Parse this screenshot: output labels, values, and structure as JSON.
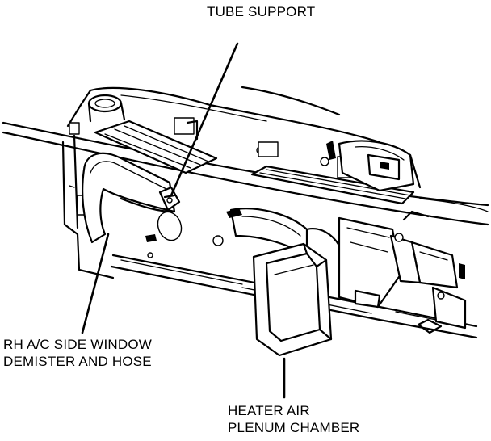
{
  "labels": {
    "tube_support": "TUBE SUPPORT",
    "demister_line1": "RH A/C SIDE WINDOW",
    "demister_line2": "DEMISTER AND HOSE",
    "plenum_line1": "HEATER AIR",
    "plenum_line2": "PLENUM CHAMBER"
  },
  "colors": {
    "ink": "#000000",
    "paper": "#ffffff"
  }
}
